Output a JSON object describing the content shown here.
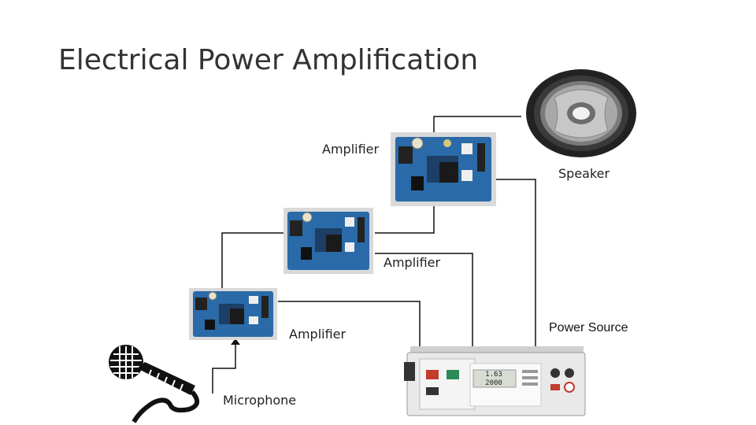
{
  "slide": {
    "title": "Electrical Power Amplification",
    "labels": {
      "amplifier_top": "Amplifier",
      "amplifier_middle": "Amplifier",
      "amplifier_bottom": "Amplifier",
      "speaker": "Speaker",
      "microphone": "Microphone",
      "power_source": "Power Source"
    },
    "power_display": {
      "line1": "1.63",
      "line2": "2000"
    }
  },
  "colors": {
    "board_blue": "#2a6aa8",
    "board_dark": "#1d3f66",
    "heatsink": "#1a1a1a",
    "wire": "#111111",
    "panel": "#e9e9e9"
  }
}
